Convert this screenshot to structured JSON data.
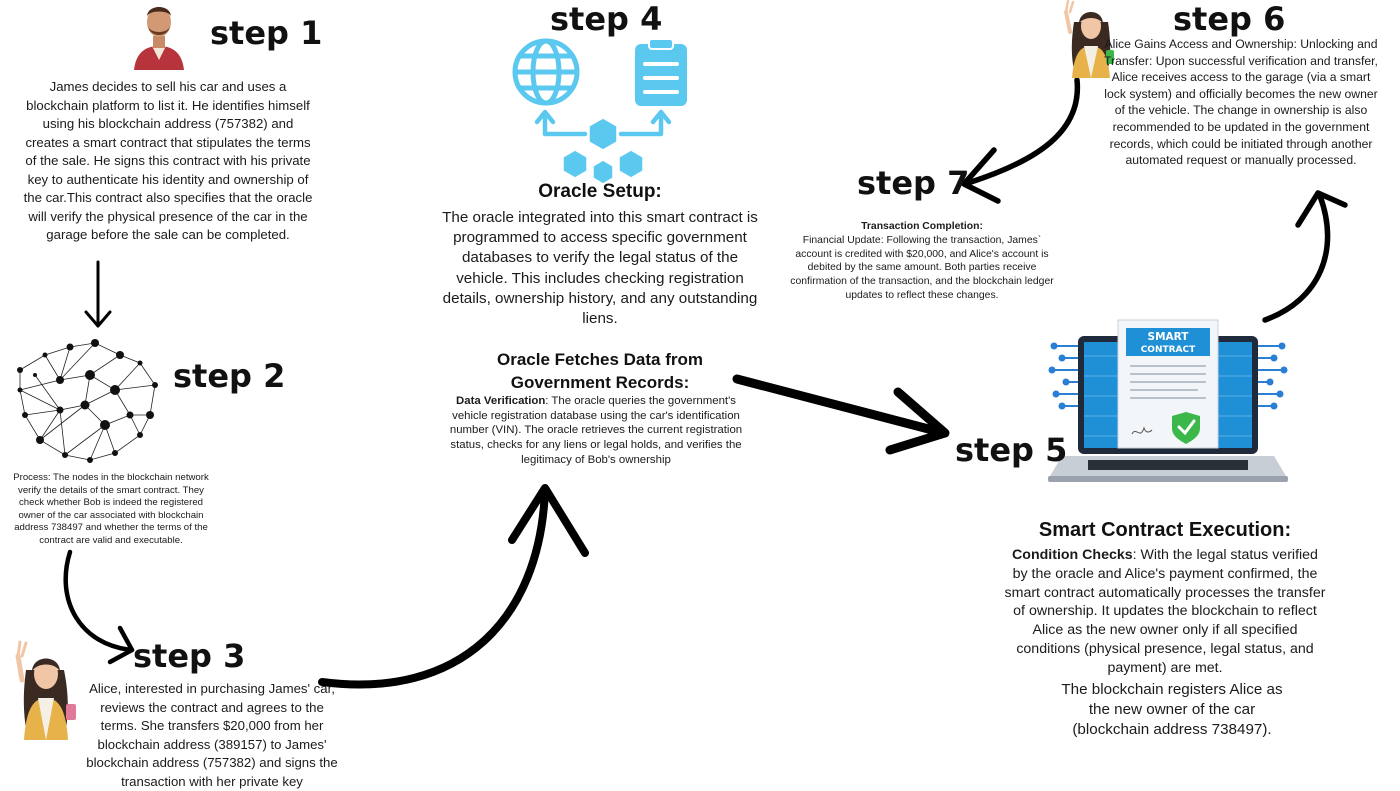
{
  "steps": {
    "s1": "step 1",
    "s2": "step 2",
    "s3": "step 3",
    "s4": "step 4",
    "s5": "step 5",
    "s6": "step 6",
    "s7": "step 7"
  },
  "step1": {
    "text": "James  decides to sell his car and uses a blockchain platform to list it. He identifies himself using his blockchain address (757382) and creates a smart contract that stipulates the terms of the sale. He signs this contract with his private key to authenticate his identity and ownership of the car.This contract also specifies that the oracle will verify the physical presence of the car in the garage before the sale can be completed."
  },
  "step2": {
    "text": "Process: The nodes in the blockchain network verify the details of the smart contract. They check whether Bob is indeed the registered owner of the car associated with blockchain address 738497 and whether the terms of the contract are valid and executable."
  },
  "step3": {
    "text": "Alice, interested in purchasing James' car, reviews the contract and agrees to the terms. She transfers $20,000 from her blockchain address (389157) to James' blockchain address (757382) and signs the transaction with her private key"
  },
  "step4": {
    "heading1": "Oracle Setup:",
    "text1": "The oracle integrated into this smart contract is programmed to access specific government databases to verify the legal status of the vehicle. This includes checking registration details, ownership history, and any outstanding liens.",
    "heading2": "Oracle Fetches Data from Government Records:",
    "label": "Data Verification",
    "text2": ": The oracle queries the government's vehicle registration database using the car's identification number (VIN). The oracle retrieves the current registration status, checks for any liens or legal holds, and verifies the legitimacy of Bob's ownership"
  },
  "step5": {
    "heading": "Smart Contract Execution:",
    "label": "Condition Checks",
    "text": ": With the legal status verified by the oracle and Alice's payment confirmed, the smart contract automatically processes the transfer of ownership. It updates the blockchain to reflect Alice as the new owner only if all specified conditions (physical presence, legal status, and payment) are met.",
    "text2": "The blockchain registers Alice as the new owner of the car (blockchain address 738497).",
    "laptop_title_1": "SMART",
    "laptop_title_2": "CONTRACT"
  },
  "step6": {
    "text": "Alice Gains Access and Ownership: Unlocking and Transfer: Upon successful verification and transfer, Alice receives access to the garage (via a smart lock system) and officially becomes the new owner of the vehicle. The change in ownership is also recommended to be updated in the government records, which could be initiated through another automated request or manually processed."
  },
  "step7": {
    "label": "Transaction Completion:",
    "text": "Financial Update: Following the transaction, James` account is credited with $20,000, and Alice's account is debited by the same amount. Both parties receive confirmation of the transaction, and the blockchain ledger updates to reflect these changes."
  },
  "colors": {
    "icon_blue": "#5bc8f0",
    "laptop_blue": "#1f8fd6",
    "circuit_blue": "#2a7fd4",
    "shield_green": "#3cb84a",
    "text": "#1b1b1b"
  },
  "icons": [
    "person-james-icon",
    "network-graph-icon",
    "person-alice-icon",
    "globe-icon",
    "clipboard-icon",
    "cubes-network-icon",
    "smart-contract-laptop-icon"
  ]
}
